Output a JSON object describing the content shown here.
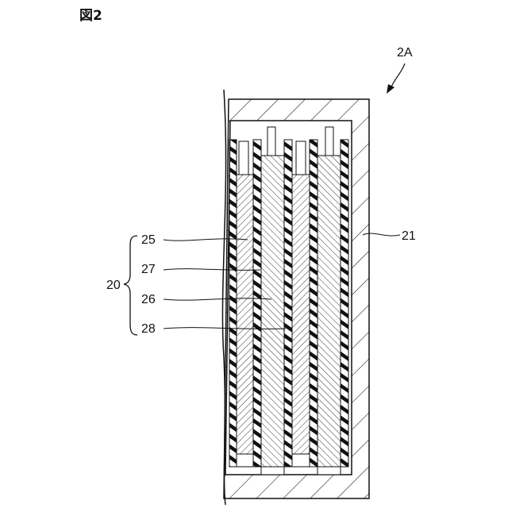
{
  "figure": {
    "title": "図2"
  },
  "assembly": {
    "ref": "2A"
  },
  "labels": {
    "case": "21",
    "electrode_group": "20",
    "e25": "25",
    "e27": "27",
    "e26": "26",
    "e28": "28"
  }
}
